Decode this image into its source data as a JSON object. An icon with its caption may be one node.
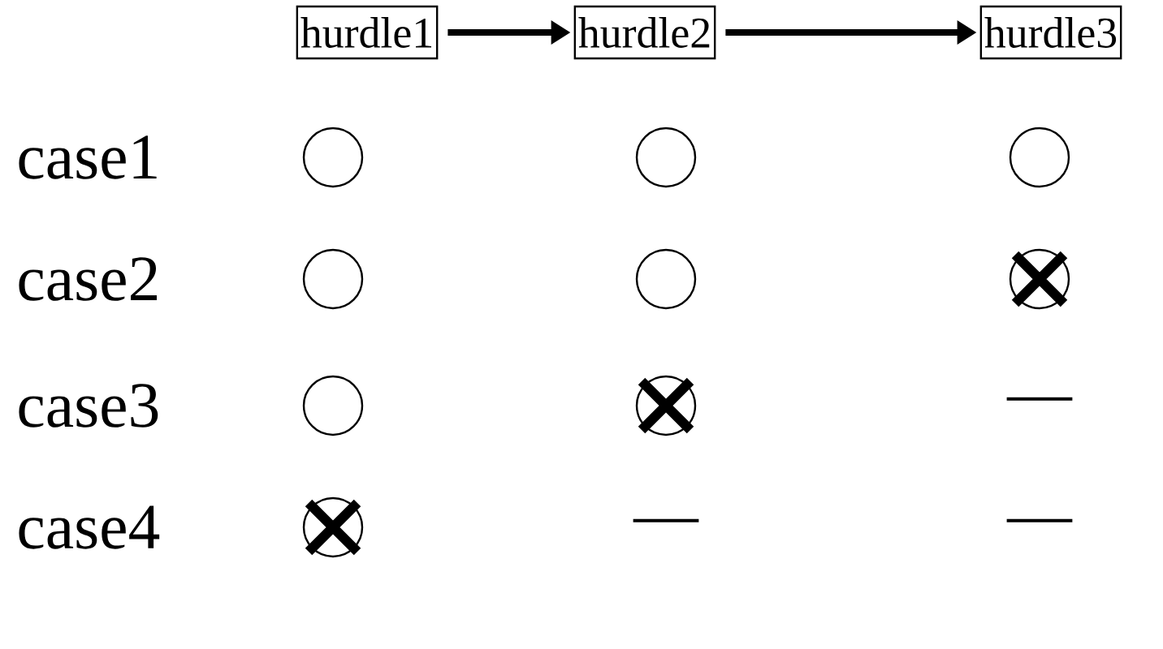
{
  "diagram": {
    "nodes": [
      {
        "text": [
          "hurdle1"
        ]
      },
      {
        "text": [
          "hurdle2"
        ]
      },
      {
        "text": [
          "hurdle3"
        ]
      },
      {
        "text": [],
        "shape": "circle"
      },
      {
        "text": [],
        "shape": "circle"
      },
      {
        "text": [],
        "shape": "circle"
      },
      {
        "text": [],
        "shape": "circle"
      },
      {
        "text": [],
        "shape": "circle"
      },
      {
        "text": [],
        "shape": "cross"
      },
      {
        "text": [],
        "shape": "circle"
      },
      {
        "text": [],
        "shape": "cross"
      },
      {
        "text": [],
        "shape": "cross"
      }
    ],
    "edges": [
      {
        "from": 0,
        "to": 1,
        "arrow": "to"
      },
      {
        "from": 1,
        "to": 2,
        "arrow": "to"
      }
    ],
    "labels": [
      "case1",
      "case2",
      "case3",
      "—",
      "case4",
      "—",
      "—"
    ]
  }
}
